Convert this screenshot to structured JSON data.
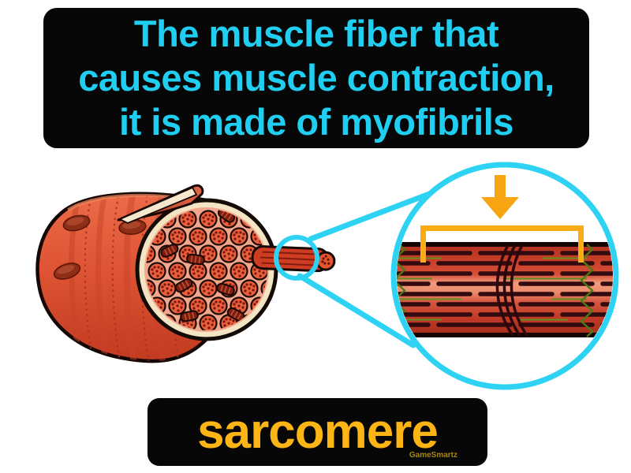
{
  "card": {
    "definition_lines": [
      "The muscle fiber that",
      "causes muscle contraction,",
      "it is made of myofibrils"
    ],
    "term": "sarcomere",
    "watermark": "GameSmartz"
  },
  "illustration": {
    "parts": {
      "muscle_fiber": "muscle-fiber-cylinder",
      "cross_section": "myofibril-cross-section",
      "strand": "single-myofibril",
      "magnifier": "sarcomere-closeup-circle",
      "pointer": "down-arrow",
      "bracket": "sarcomere-span-bracket"
    }
  },
  "colors": {
    "background": "#FFFFFF",
    "banner_bg": "#070707",
    "definition_text": "#1FCEF1",
    "term_text": "#FDB415",
    "watermark_text": "#A8870D",
    "magnifier_cyan": "#2ED3F4",
    "pointer_orange": "#F7A513",
    "muscle_red": "#D84C2E",
    "sarcomere_green": "#4E7A13"
  }
}
